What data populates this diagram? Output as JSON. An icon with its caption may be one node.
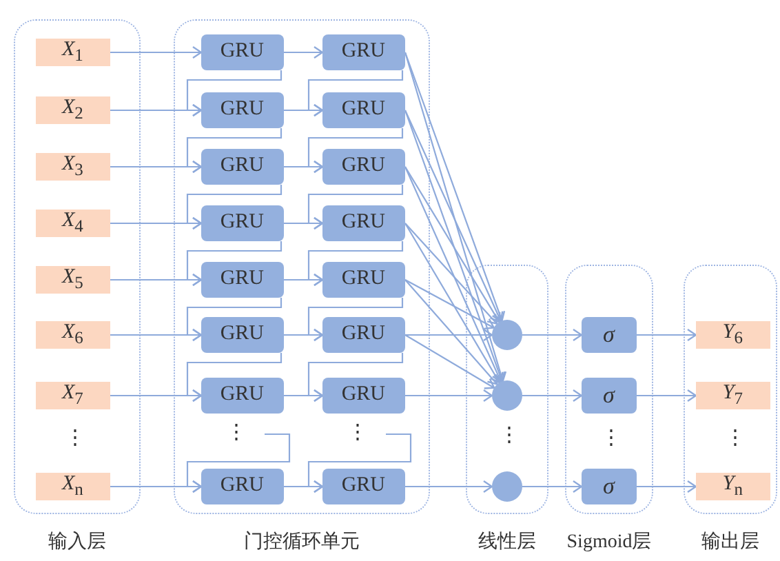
{
  "diagram": {
    "nodes": [
      {
        "text": [
          "输入层"
        ]
      },
      {
        "text": [
          "*X*$_{1}$"
        ],
        "in": 0
      },
      {
        "text": [
          "*X*$_{2}$"
        ],
        "in": 0
      },
      {
        "text": [
          "*X*$_{3}$"
        ],
        "in": 0
      },
      {
        "text": [
          "*X*$_{4}$"
        ],
        "in": 0
      },
      {
        "text": [
          "*X*$_{5}$"
        ],
        "in": 0
      },
      {
        "text": [
          "*X*$_{6}$"
        ],
        "in": 0
      },
      {
        "text": [
          "*X*$_{7}$"
        ],
        "in": 0
      },
      {
        "text": [
          "*X*$_{n}$"
        ],
        "in": 0
      },
      {
        "text": [
          "门控循环单元"
        ]
      },
      {
        "text": [
          "GRU"
        ],
        "in": 9
      },
      {
        "text": [
          "GRU"
        ],
        "in": 9
      },
      {
        "text": [
          "GRU"
        ],
        "in": 9
      },
      {
        "text": [
          "GRU"
        ],
        "in": 9
      },
      {
        "text": [
          "GRU"
        ],
        "in": 9
      },
      {
        "text": [
          "GRU"
        ],
        "in": 9
      },
      {
        "text": [
          "GRU"
        ],
        "in": 9
      },
      {
        "text": [
          "GRU"
        ],
        "in": 9
      },
      {
        "text": [
          "GRU"
        ],
        "in": 9
      },
      {
        "text": [
          "GRU"
        ],
        "in": 9
      },
      {
        "text": [
          "GRU"
        ],
        "in": 9
      },
      {
        "text": [
          "GRU"
        ],
        "in": 9
      },
      {
        "text": [
          "GRU"
        ],
        "in": 9
      },
      {
        "text": [
          "GRU"
        ],
        "in": 9
      },
      {
        "text": [
          "GRU"
        ],
        "in": 9
      },
      {
        "text": [
          "GRU"
        ],
        "in": 9
      },
      {
        "text": [
          "线性层"
        ]
      },
      {
        "text": [],
        "shape": "circle",
        "in": 26
      },
      {
        "text": [],
        "shape": "circle",
        "in": 26
      },
      {
        "text": [],
        "shape": "circle",
        "in": 26
      },
      {
        "text": [
          "Sigmoid层"
        ]
      },
      {
        "text": [
          "σ"
        ],
        "in": 30
      },
      {
        "text": [
          "σ"
        ],
        "in": 30
      },
      {
        "text": [
          "σ"
        ],
        "in": 30
      },
      {
        "text": [
          "输出层"
        ]
      },
      {
        "text": [
          "*Y*$_{6}$"
        ],
        "in": 34
      },
      {
        "text": [
          "*Y*$_{7}$"
        ],
        "in": 34
      },
      {
        "text": [
          "*Y*$_{n}$"
        ],
        "in": 34
      }
    ],
    "edges": [
      {
        "from": 1,
        "to": 10,
        "arrow": "to"
      },
      {
        "from": 2,
        "to": 11,
        "arrow": "to"
      },
      {
        "from": 3,
        "to": 12,
        "arrow": "to"
      },
      {
        "from": 4,
        "to": 13,
        "arrow": "to"
      },
      {
        "from": 5,
        "to": 14,
        "arrow": "to"
      },
      {
        "from": 6,
        "to": 15,
        "arrow": "to"
      },
      {
        "from": 7,
        "to": 16,
        "arrow": "to"
      },
      {
        "from": 8,
        "to": 17,
        "arrow": "to"
      },
      {
        "from": 10,
        "to": 18,
        "arrow": "to"
      },
      {
        "from": 11,
        "to": 19,
        "arrow": "to"
      },
      {
        "from": 12,
        "to": 20,
        "arrow": "to"
      },
      {
        "from": 13,
        "to": 21,
        "arrow": "to"
      },
      {
        "from": 14,
        "to": 22,
        "arrow": "to"
      },
      {
        "from": 15,
        "to": 23,
        "arrow": "to"
      },
      {
        "from": 16,
        "to": 24,
        "arrow": "to"
      },
      {
        "from": 17,
        "to": 25,
        "arrow": "to"
      },
      {
        "from": 10,
        "to": 11,
        "arrow": "to"
      },
      {
        "from": 11,
        "to": 12,
        "arrow": "to"
      },
      {
        "from": 12,
        "to": 13,
        "arrow": "to"
      },
      {
        "from": 13,
        "to": 14,
        "arrow": "to"
      },
      {
        "from": 14,
        "to": 15,
        "arrow": "to"
      },
      {
        "from": 15,
        "to": 16,
        "arrow": "to"
      },
      {
        "from": null,
        "to": 17,
        "arrow": "to"
      },
      {
        "from": 18,
        "to": 19,
        "arrow": "to"
      },
      {
        "from": 19,
        "to": 20,
        "arrow": "to"
      },
      {
        "from": 20,
        "to": 21,
        "arrow": "to"
      },
      {
        "from": 21,
        "to": 22,
        "arrow": "to"
      },
      {
        "from": 22,
        "to": 23,
        "arrow": "to"
      },
      {
        "from": 23,
        "to": 24,
        "arrow": "to"
      },
      {
        "from": null,
        "to": 25,
        "arrow": "to"
      },
      {
        "from": 18,
        "to": 27,
        "arrow": "to"
      },
      {
        "from": 18,
        "to": 28,
        "arrow": "to"
      },
      {
        "from": 19,
        "to": 27,
        "arrow": "to"
      },
      {
        "from": 19,
        "to": 28,
        "arrow": "to"
      },
      {
        "from": 20,
        "to": 27,
        "arrow": "to"
      },
      {
        "from": 20,
        "to": 28,
        "arrow": "to"
      },
      {
        "from": 21,
        "to": 27,
        "arrow": "to"
      },
      {
        "from": 21,
        "to": 28,
        "arrow": "to"
      },
      {
        "from": 22,
        "to": 27,
        "arrow": "to"
      },
      {
        "from": 22,
        "to": 28,
        "arrow": "to"
      },
      {
        "from": 23,
        "to": 27,
        "arrow": "to"
      },
      {
        "from": 23,
        "to": 28,
        "arrow": "to"
      },
      {
        "from": 24,
        "to": 28,
        "arrow": "to"
      },
      {
        "from": 25,
        "to": 29,
        "arrow": "to"
      },
      {
        "from": 27,
        "to": 31,
        "arrow": "to"
      },
      {
        "from": 28,
        "to": 32,
        "arrow": "to"
      },
      {
        "from": 29,
        "to": 33,
        "arrow": "to"
      },
      {
        "from": 31,
        "to": 35,
        "arrow": "to"
      },
      {
        "from": 32,
        "to": 36,
        "arrow": "to"
      },
      {
        "from": 33,
        "to": 37,
        "arrow": "to"
      }
    ],
    "labels": [
      "⋮",
      "⋮",
      "⋮",
      "⋮",
      "⋮",
      "⋮"
    ]
  }
}
